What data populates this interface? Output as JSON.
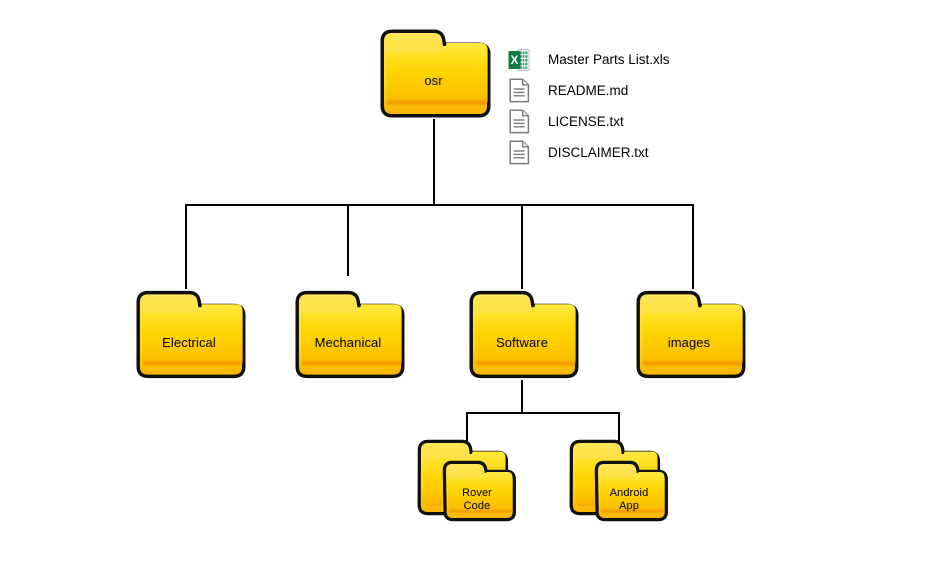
{
  "diagram": {
    "title": "osr repository folder structure",
    "background_color": "#ffffff",
    "line_color": "#000000",
    "folder_colors": {
      "fill_top": "#ffe93f",
      "fill_mid": "#ffd800",
      "fill_bottom": "#f5a800",
      "outline": "#101010",
      "tab_highlight": "#ffe45c"
    },
    "text_color": "#000000"
  },
  "root": {
    "name": "osr",
    "icon": "folder-icon"
  },
  "root_files": [
    {
      "name": "Master Parts List.xls",
      "icon": "excel-file-icon"
    },
    {
      "name": "README.md",
      "icon": "text-file-icon"
    },
    {
      "name": "LICENSE.txt",
      "icon": "text-file-icon"
    },
    {
      "name": "DISCLAIMER.txt",
      "icon": "text-file-icon"
    }
  ],
  "children": [
    {
      "name": "Electrical",
      "icon": "folder-icon"
    },
    {
      "name": "Mechanical",
      "icon": "folder-icon"
    },
    {
      "name": "Software",
      "icon": "folder-icon"
    },
    {
      "name": "images",
      "icon": "folder-icon"
    }
  ],
  "software_children": [
    {
      "name": "Rover\nCode",
      "icon": "nested-folder-icon"
    },
    {
      "name": "Android\nApp",
      "icon": "nested-folder-icon"
    }
  ]
}
